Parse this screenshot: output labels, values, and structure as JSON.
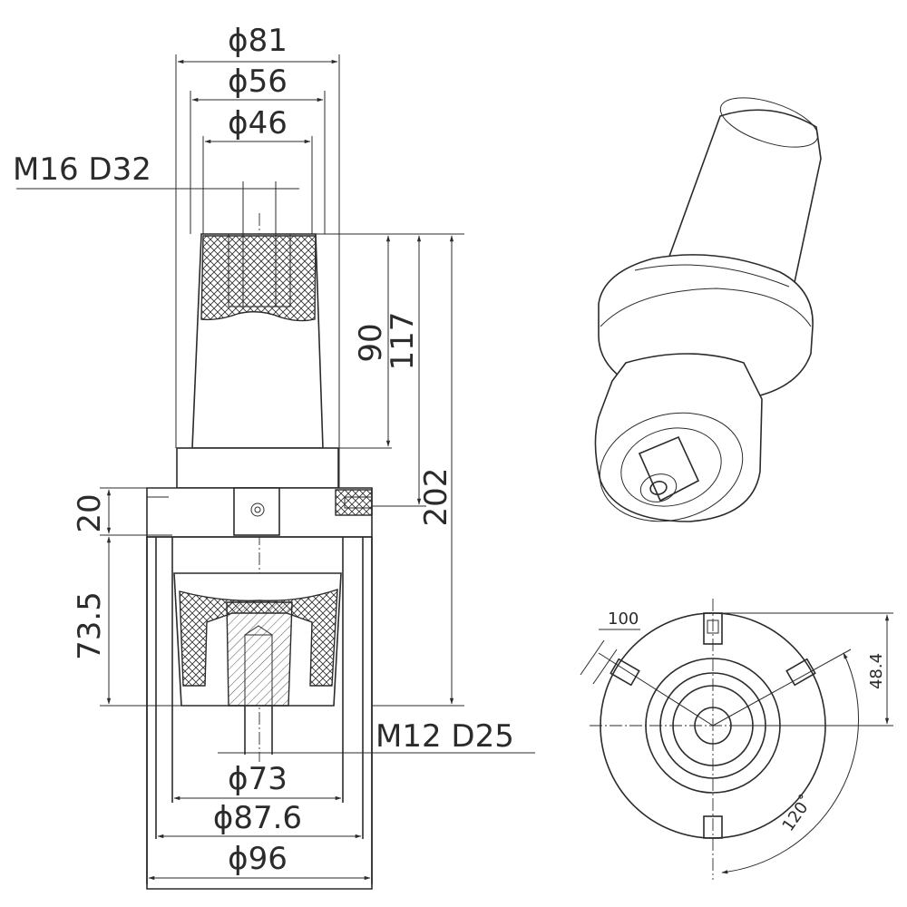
{
  "side_view": {
    "dims": {
      "d81": "ϕ81",
      "d56": "ϕ56",
      "d46": "ϕ46",
      "top_thread": "M16 D32",
      "h90": "90",
      "h117": "117",
      "h202": "202",
      "h20": "20",
      "h73_5": "73.5",
      "bottom_thread": "M12 D25",
      "d73": "ϕ73",
      "d87_6": "ϕ87.6",
      "d96": "ϕ96"
    }
  },
  "bottom_view": {
    "dims": {
      "slot_width": "100",
      "slot_offset": "48.4",
      "angle": "120˚"
    }
  },
  "colors": {
    "line": "#2b2b2b",
    "background": "#ffffff"
  }
}
